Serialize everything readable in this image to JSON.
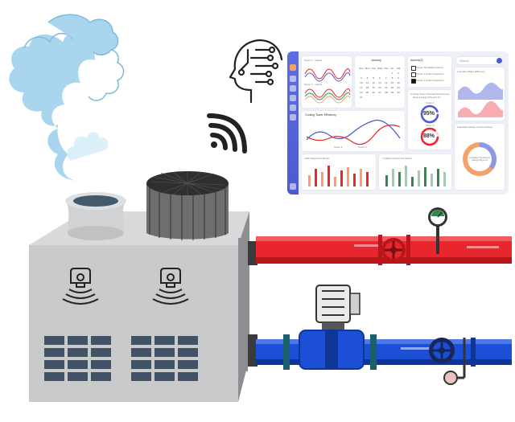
{
  "colors": {
    "steam": "#a9d6ee",
    "steam_light": "#d2ecf8",
    "tower_body": "#c9cacc",
    "tower_side": "#8d8e91",
    "tower_top": "#d8d9db",
    "vent_panel": "#425266",
    "hot_pipe": "#e8262d",
    "cold_pipe": "#1a4fd6",
    "dashboard_accent": "#4b5ad0",
    "valve_dark": "#17265b",
    "gauge_green": "#2f8a4c"
  },
  "icons": [
    "steam-cloud-icon",
    "ai-head-circuit-icon",
    "wifi-signal-icon",
    "wireless-sensor-icon",
    "pump-motor-icon",
    "valve-handwheel-icon",
    "pressure-gauge-icon",
    "temperature-gauge-icon"
  ],
  "dashboard": {
    "search_placeholder": "Search...",
    "calendar_title": "January",
    "alarms_title": "Alarms(3)",
    "alarms": [
      "Power Tile Malfunctioned",
      "Power 1 Under Inspection",
      "Power 2 Under Inspection"
    ],
    "efficiency_title": "Unit-wise Water Efficiency",
    "performance_title": "Cooling Tower Thermal Performance",
    "performance_sub": "Power & Gauge All Sectors & X",
    "tower1_label": "Tower 1",
    "tower1_value": "95%",
    "tower2_label": "Tower 2",
    "tower2_value": "88%",
    "efficiency_chart_title": "Cooling Tower Efficiency",
    "savings_title": "Total Water Savings in Power Savings",
    "savings_center": "Completed The Delivery Savings Target 2/3",
    "saved_per_month": "kWh Saved Per Month",
    "water_saved": "L Gallons Saved Per Month",
    "top_chart_title": "Tower 1 - Values",
    "top_chart_title_2": "Tower 2 - Values",
    "legend_1": "Tower 1",
    "legend_2": "Tower 2",
    "eff_legend_1": "Tower 1",
    "eff_legend_2": "Tower 2",
    "calendar_days": [
      "Sun",
      "Mon",
      "Tue",
      "Wed",
      "Thu",
      "Fri",
      "Sat",
      "",
      "",
      "",
      "",
      "",
      "1",
      "2",
      "3",
      "4",
      "5",
      "6",
      "7",
      "8",
      "9",
      "10",
      "11",
      "12",
      "13",
      "14",
      "15",
      "16",
      "17",
      "18",
      "19",
      "20",
      "21",
      "22",
      "23",
      "24",
      "25",
      "26",
      "27",
      "28",
      "29",
      "30",
      "31"
    ]
  }
}
